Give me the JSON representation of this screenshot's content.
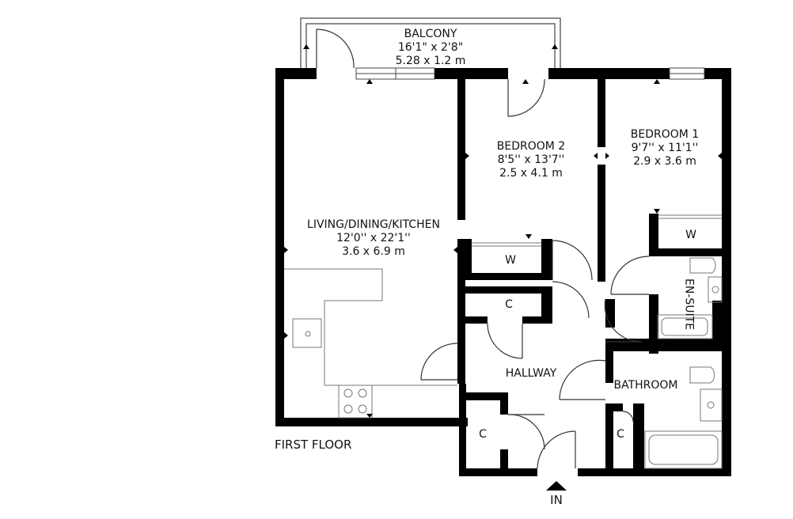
{
  "floor_label": "FIRST FLOOR",
  "entrance_label": "IN",
  "rooms": {
    "balcony": {
      "name": "BALCONY",
      "imperial": "16'1\" x 2'8\"",
      "metric": "5.28 x 1.2 m"
    },
    "living": {
      "name": "LIVING/DINING/KITCHEN",
      "imperial": "12'0'' x 22'1''",
      "metric": "3.6 x 6.9 m"
    },
    "bedroom2": {
      "name": "BEDROOM 2",
      "imperial": "8'5'' x 13'7''",
      "metric": "2.5 x 4.1 m"
    },
    "bedroom1": {
      "name": "BEDROOM 1",
      "imperial": "9'7'' x 11'1''",
      "metric": "2.9 x 3.6 m"
    },
    "hallway": {
      "name": "HALLWAY"
    },
    "bathroom": {
      "name": "BATHROOM"
    },
    "ensuite": {
      "name": "EN-SUITE"
    }
  },
  "wardrobe_label": "W",
  "cupboard_label": "C",
  "colors": {
    "wall": "#000000",
    "line": "#555555",
    "fixture": "#777777"
  }
}
